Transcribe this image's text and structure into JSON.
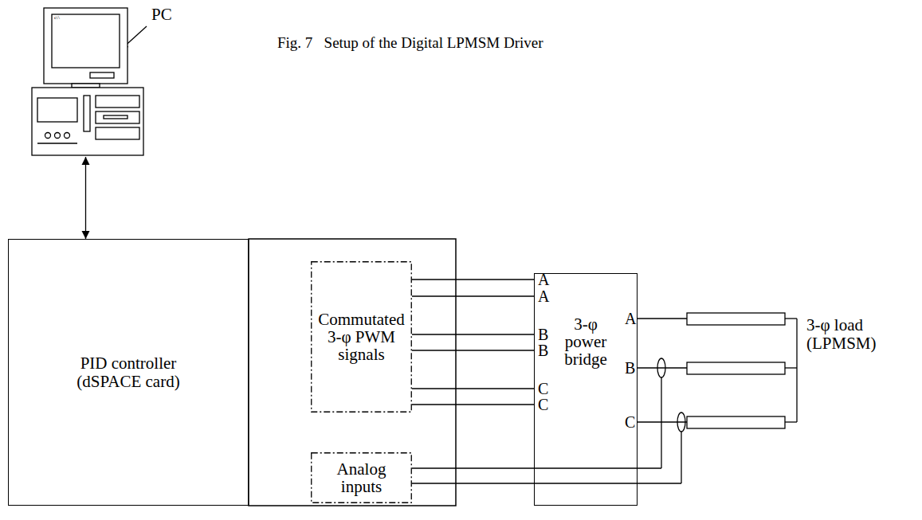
{
  "diagram": {
    "caption": "Fig. 7   Setup of the Digital LPMSM Driver",
    "nodes": [
      {
        "text": [
          "PC"
        ]
      },
      {
        "text": [
          "PID controller (dSPACE card)"
        ]
      },
      {
        "text": [
          "Commutated 3-φ PWM signals"
        ]
      },
      {
        "text": [
          "Analog inputs"
        ]
      },
      {
        "text": [
          "3-φ power bridge"
        ]
      }
    ],
    "edges": [
      {
        "from": 0,
        "to": 1,
        "arrow": "both"
      },
      {
        "from": 2,
        "to": 4,
        "arrow": "none"
      },
      {
        "from": 2,
        "to": 4,
        "arrow": "none"
      },
      {
        "from": 2,
        "to": 4,
        "arrow": "none"
      },
      {
        "from": 2,
        "to": 4,
        "arrow": "none"
      },
      {
        "from": 2,
        "to": 4,
        "arrow": "none"
      },
      {
        "from": 2,
        "to": 4,
        "arrow": "none"
      }
    ],
    "labels": [
      "c:\\",
      "A",
      "A",
      "B",
      "B",
      "C",
      "C",
      "A",
      "B",
      "C",
      "3-φ load (LPMSM)"
    ]
  }
}
